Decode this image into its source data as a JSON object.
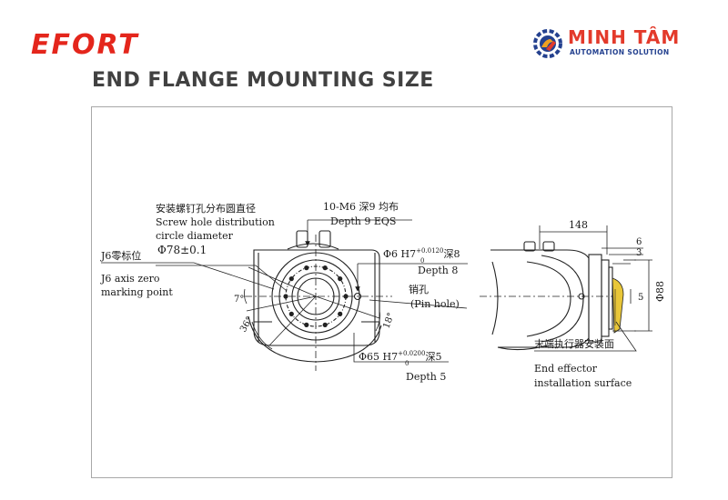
{
  "header": {
    "brand": "EFORT",
    "partner_name": "MINH TÂM",
    "partner_tagline": "AUTOMATION SOLUTION",
    "title": "END FLANGE MOUNTING SIZE"
  },
  "colors": {
    "efort_red": "#e4261c",
    "minhtam_red": "#e33a2b",
    "minhtam_blue": "#24418f",
    "title_gray": "#414141",
    "tool_yellow": "#e8c638"
  },
  "front_view": {
    "screw_circle_zh": "安装螺钉孔分布圆直径",
    "screw_circle_en1": "Screw hole distribution",
    "screw_circle_en2": "circle diameter",
    "screw_circle_dim": "Φ78±0.1",
    "thread_zh": "10-M6 深9 均布",
    "thread_en": "Depth 9 EQS",
    "j6_zh": "J6零标位",
    "j6_en1": "J6 axis zero",
    "j6_en2": "marking point",
    "pin_dim": "Φ6 H7",
    "pin_tol_upper": "+0.0120",
    "pin_tol_lower": "0",
    "pin_depth_zh": "深8",
    "pin_depth_en": "Depth 8",
    "pin_zh": "销孔",
    "pin_en": "(Pin hole)",
    "bore_dim": "Φ65 H7",
    "bore_tol_upper": "+0.0200",
    "bore_tol_lower": "0",
    "bore_depth_zh": "深5",
    "bore_depth_en": "Depth 5",
    "angle_7": "7°",
    "angle_36": "36°",
    "angle_18": "18°"
  },
  "side_view": {
    "dim_148": "148",
    "dim_6": "6",
    "dim_3": "3",
    "dim_5": "5",
    "dim_88": "Φ88",
    "surface_zh": "末端执行器安装面",
    "surface_en1": "End effector",
    "surface_en2": "installation surface"
  }
}
